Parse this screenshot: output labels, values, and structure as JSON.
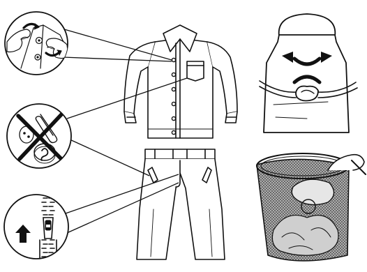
{
  "diagram": {
    "panels": [
      {
        "id": "fasten-buttons",
        "icon": "hands-buttoning-icon"
      },
      {
        "id": "no-loose-items",
        "icon": "no-loose-items-icon"
      },
      {
        "id": "close-zipper",
        "icon": "zipper-up-icon"
      },
      {
        "id": "untie-apron",
        "icon": "apron-untie-icon"
      },
      {
        "id": "use-laundry-net",
        "icon": "laundry-net-icon"
      }
    ],
    "garments": [
      "shirt",
      "trousers",
      "apron",
      "laundry-net"
    ],
    "colors": {
      "ink": "#111111",
      "background": "#ffffff",
      "mesh": "#555555"
    }
  }
}
